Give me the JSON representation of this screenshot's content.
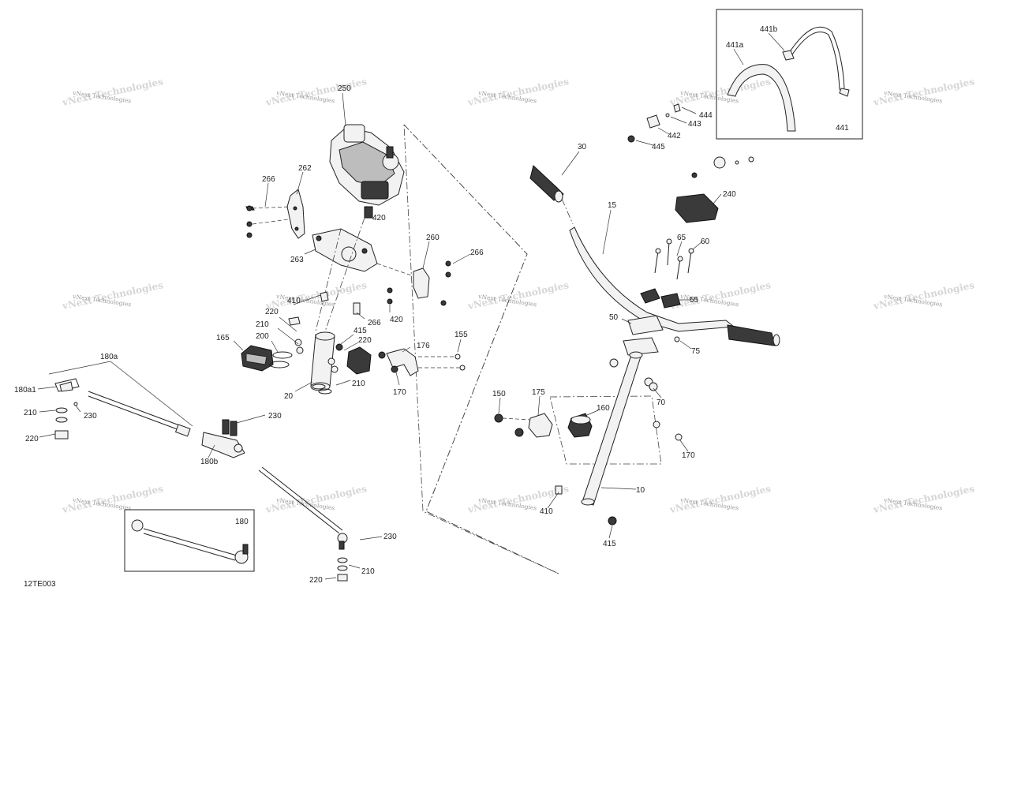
{
  "diagram": {
    "reference_code": "12TE003",
    "watermark_text": "vNext Technologies",
    "callouts": [
      {
        "id": "c250",
        "label": "250"
      },
      {
        "id": "c262",
        "label": "262"
      },
      {
        "id": "c266a",
        "label": "266"
      },
      {
        "id": "c420a",
        "label": "420"
      },
      {
        "id": "c260",
        "label": "260"
      },
      {
        "id": "c266b",
        "label": "266"
      },
      {
        "id": "c263",
        "label": "263"
      },
      {
        "id": "c410a",
        "label": "410"
      },
      {
        "id": "c266c",
        "label": "266"
      },
      {
        "id": "c420b",
        "label": "420"
      },
      {
        "id": "c220a",
        "label": "220"
      },
      {
        "id": "c210a",
        "label": "210"
      },
      {
        "id": "c415a",
        "label": "415"
      },
      {
        "id": "c220b",
        "label": "220"
      },
      {
        "id": "c165",
        "label": "165"
      },
      {
        "id": "c200",
        "label": "200"
      },
      {
        "id": "c176",
        "label": "176"
      },
      {
        "id": "c155",
        "label": "155"
      },
      {
        "id": "c20",
        "label": "20"
      },
      {
        "id": "c210b",
        "label": "210"
      },
      {
        "id": "c170a",
        "label": "170"
      },
      {
        "id": "c180a",
        "label": "180a"
      },
      {
        "id": "c180a1",
        "label": "180a1"
      },
      {
        "id": "c210c",
        "label": "210"
      },
      {
        "id": "c230a",
        "label": "230"
      },
      {
        "id": "c220c",
        "label": "220"
      },
      {
        "id": "c230b",
        "label": "230"
      },
      {
        "id": "c180b",
        "label": "180b"
      },
      {
        "id": "c180",
        "label": "180"
      },
      {
        "id": "c230c",
        "label": "230"
      },
      {
        "id": "c210d",
        "label": "210"
      },
      {
        "id": "c220d",
        "label": "220"
      },
      {
        "id": "c30",
        "label": "30"
      },
      {
        "id": "c15",
        "label": "15"
      },
      {
        "id": "c441b",
        "label": "441b"
      },
      {
        "id": "c441a",
        "label": "441a"
      },
      {
        "id": "c441",
        "label": "441"
      },
      {
        "id": "c444",
        "label": "444"
      },
      {
        "id": "c443",
        "label": "443"
      },
      {
        "id": "c442",
        "label": "442"
      },
      {
        "id": "c445",
        "label": "445"
      },
      {
        "id": "c240",
        "label": "240"
      },
      {
        "id": "c65",
        "label": "65"
      },
      {
        "id": "c60",
        "label": "60"
      },
      {
        "id": "c55",
        "label": "55"
      },
      {
        "id": "c50",
        "label": "50"
      },
      {
        "id": "c75",
        "label": "75"
      },
      {
        "id": "c70",
        "label": "70"
      },
      {
        "id": "c150",
        "label": "150"
      },
      {
        "id": "c175",
        "label": "175"
      },
      {
        "id": "c160",
        "label": "160"
      },
      {
        "id": "c170b",
        "label": "170"
      },
      {
        "id": "c10",
        "label": "10"
      },
      {
        "id": "c410b",
        "label": "410"
      },
      {
        "id": "c415b",
        "label": "415"
      }
    ]
  }
}
